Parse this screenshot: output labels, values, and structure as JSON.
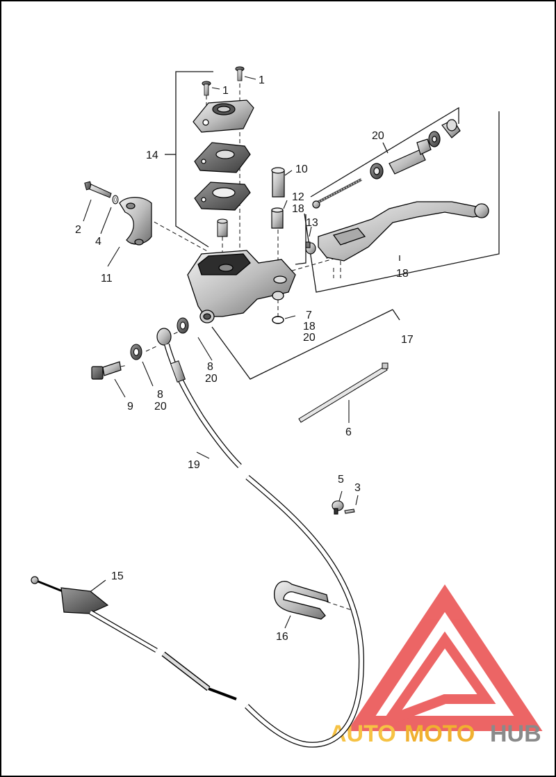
{
  "callouts": {
    "c1a": "1",
    "c1b": "1",
    "c2": "2",
    "c3": "3",
    "c4": "4",
    "c5": "5",
    "c6": "6",
    "c7": "7",
    "c7_18": "18",
    "c7_20": "20",
    "c8a": "8",
    "c8a_20": "20",
    "c8b": "8",
    "c8b_20": "20",
    "c9": "9",
    "c10": "10",
    "c11": "11",
    "c12": "12",
    "c12_18": "18",
    "c13": "13",
    "c14": "14",
    "c15": "15",
    "c16": "16",
    "c17": "17",
    "c18": "18",
    "c19": "19",
    "c20": "20"
  },
  "watermark": {
    "part1": "AUTO",
    "part2": "MOTO",
    "part3": "HUB",
    "color_light": "#f6c244",
    "color_red": "#e94b4b",
    "color_gray": "#8a8a8a"
  }
}
